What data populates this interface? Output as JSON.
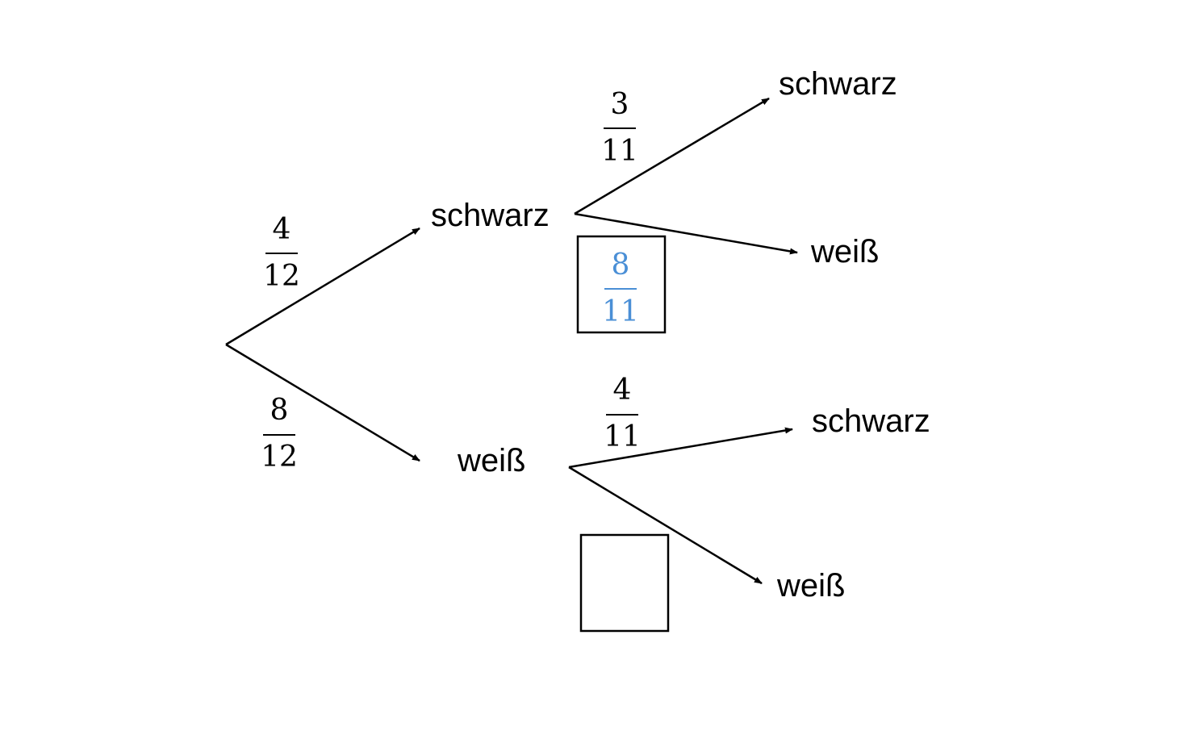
{
  "tree": {
    "root": {
      "children": [
        {
          "label": "schwarz",
          "probability": {
            "numerator": "4",
            "denominator": "12"
          },
          "children": [
            {
              "label": "schwarz",
              "probability": {
                "numerator": "3",
                "denominator": "11"
              }
            },
            {
              "label": "weiß",
              "probability": {
                "numerator": "8",
                "denominator": "11"
              },
              "boxed": true
            }
          ]
        },
        {
          "label": "weiß",
          "probability": {
            "numerator": "8",
            "denominator": "12"
          },
          "children": [
            {
              "label": "schwarz",
              "probability": {
                "numerator": "4",
                "denominator": "11"
              }
            },
            {
              "label": "weiß",
              "probability": {
                "numerator": "",
                "denominator": ""
              },
              "boxed": true
            }
          ]
        }
      ]
    }
  },
  "colors": {
    "ink": "#000000",
    "answer": "#4a8fd6",
    "background": "#ffffff"
  }
}
